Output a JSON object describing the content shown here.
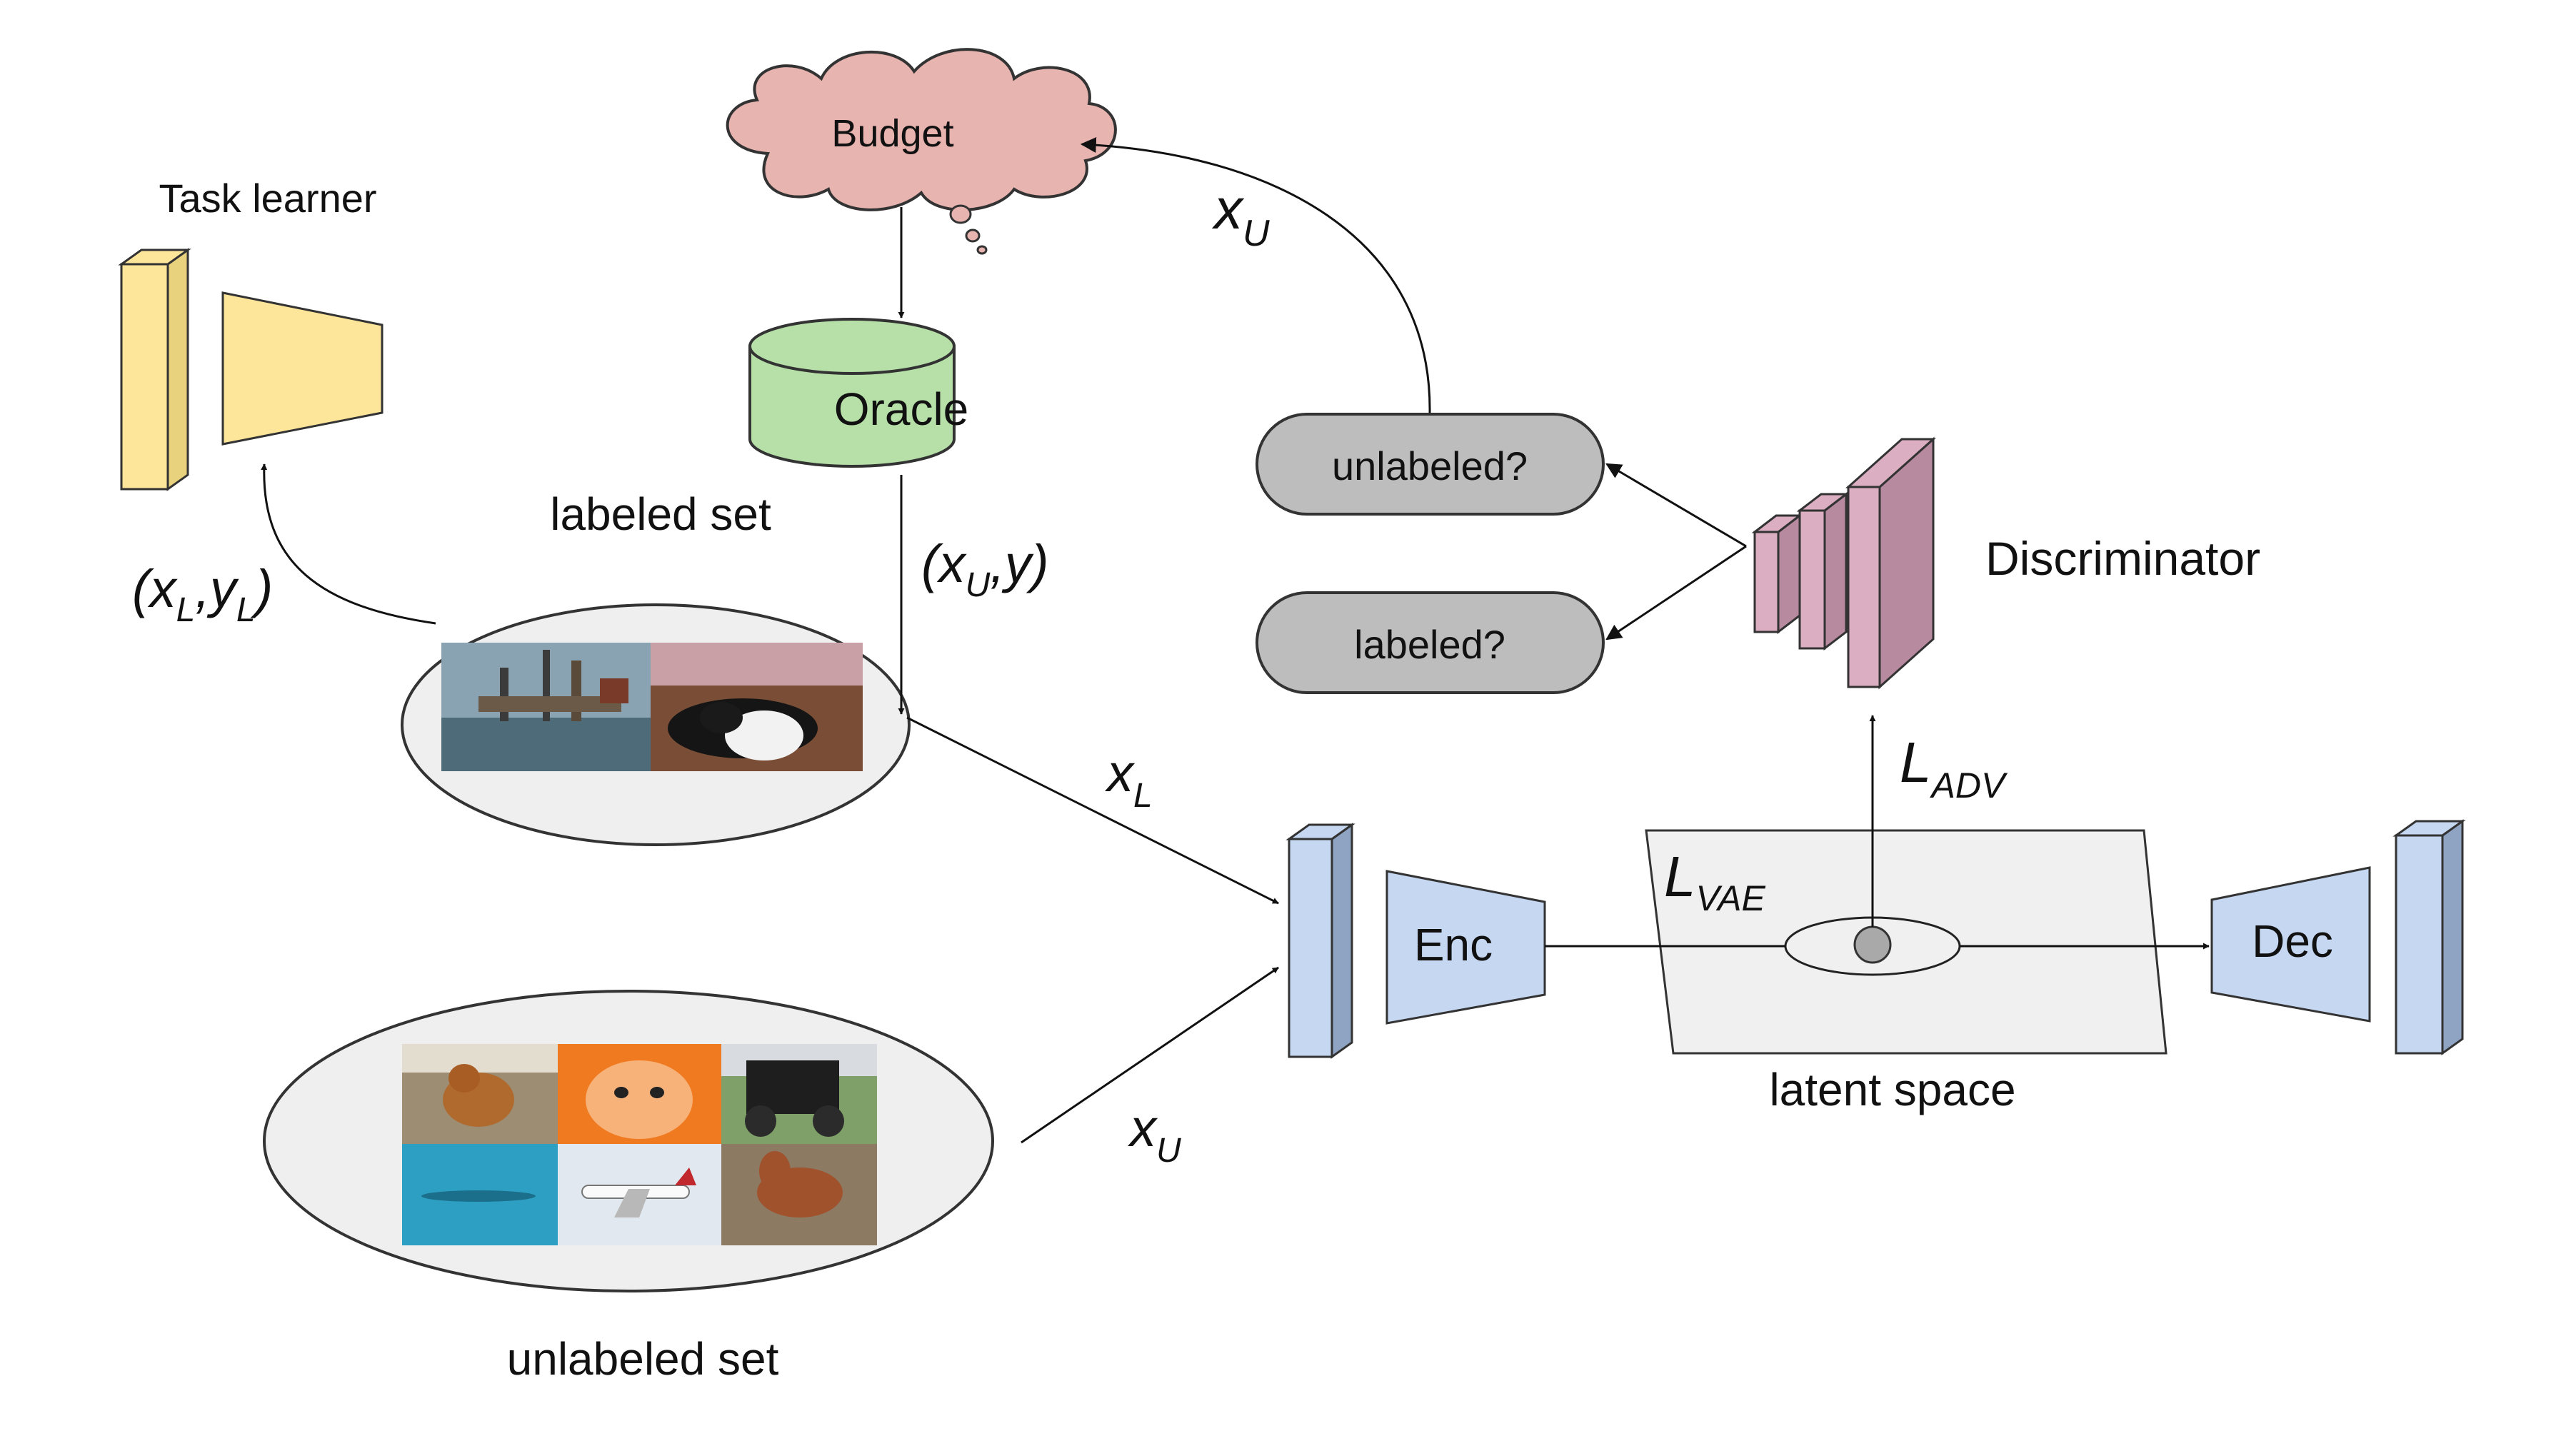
{
  "nodes": {
    "budget": "Budget",
    "oracle": "Oracle",
    "task_learner": "Task learner",
    "labeled_set": "labeled set",
    "unlabeled_set": "unlabeled set",
    "discriminator": "Discriminator",
    "unlabeled_q": "unlabeled?",
    "labeled_q": "labeled?",
    "encoder": "Enc",
    "decoder": "Dec",
    "latent_space": "latent space"
  },
  "edge_labels": {
    "xU_to_budget": {
      "base": "x",
      "sub": "U"
    },
    "xU_y": {
      "open": "(x",
      "sub": "U",
      "close": ",y)"
    },
    "xL_yL": {
      "open": "(x",
      "sub1": "L",
      "mid": ",y",
      "sub2": "L",
      "close": ")"
    },
    "xL_to_enc": {
      "base": "x",
      "sub": "L"
    },
    "xU_to_enc": {
      "base": "x",
      "sub": "U"
    },
    "L_adv": {
      "base": "L",
      "sub": "ADV"
    },
    "L_vae": {
      "base": "L",
      "sub": "VAE"
    }
  },
  "colors": {
    "budget_cloud": "#e8b4b0",
    "oracle": "#b6e0a8",
    "task_learner": "#fde69a",
    "vae_blocks": "#c6d7f2",
    "discriminator": "#dcaec2",
    "pill_gray": "#bdbdbd",
    "set_ellipse": "#efefef",
    "latent_plane": "#f0f0f0"
  }
}
